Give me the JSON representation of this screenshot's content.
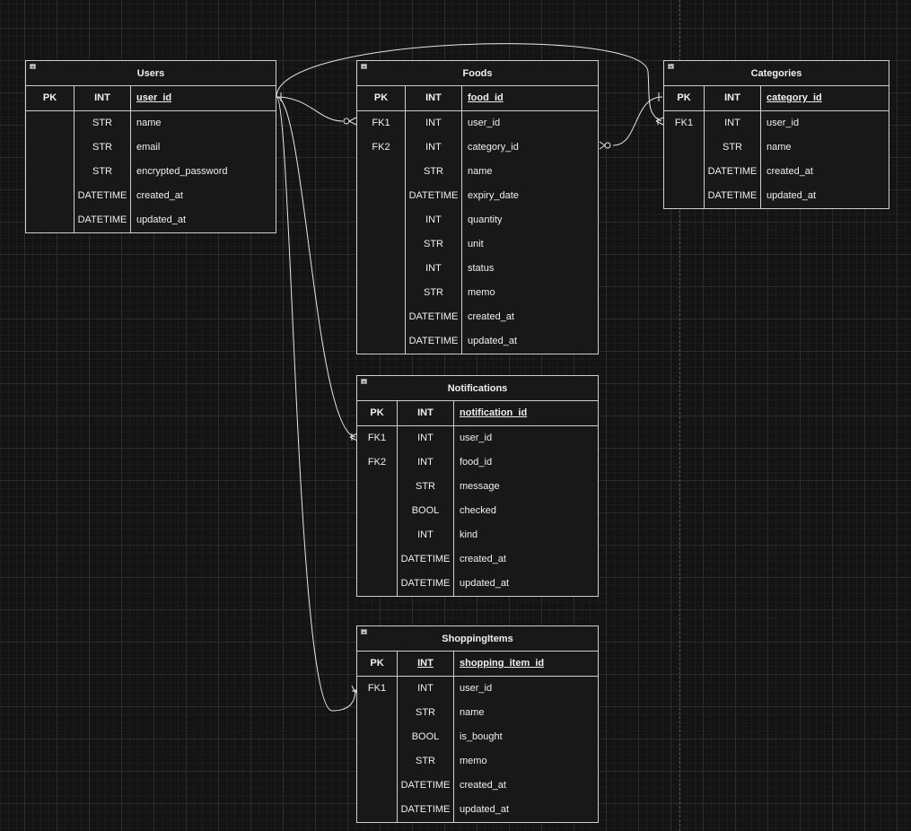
{
  "diagram_title": "ER diagram",
  "entities": [
    {
      "id": "users",
      "name": "Users",
      "pk": {
        "key": "PK",
        "type": "INT",
        "field": "user_id",
        "type_underlined": false
      },
      "rows": [
        {
          "key": "",
          "type": "STR",
          "field": "name"
        },
        {
          "key": "",
          "type": "STR",
          "field": "email"
        },
        {
          "key": "",
          "type": "STR",
          "field": "encrypted_password"
        },
        {
          "key": "",
          "type": "DATETIME",
          "field": "created_at"
        },
        {
          "key": "",
          "type": "DATETIME",
          "field": "updated_at"
        }
      ]
    },
    {
      "id": "foods",
      "name": "Foods",
      "pk": {
        "key": "PK",
        "type": "INT",
        "field": "food_id",
        "type_underlined": false
      },
      "rows": [
        {
          "key": "FK1",
          "type": "INT",
          "field": "user_id"
        },
        {
          "key": "FK2",
          "type": "INT",
          "field": "category_id"
        },
        {
          "key": "",
          "type": "STR",
          "field": "name"
        },
        {
          "key": "",
          "type": "DATETIME",
          "field": "expiry_date"
        },
        {
          "key": "",
          "type": "INT",
          "field": "quantity"
        },
        {
          "key": "",
          "type": "STR",
          "field": "unit"
        },
        {
          "key": "",
          "type": "INT",
          "field": "status"
        },
        {
          "key": "",
          "type": "STR",
          "field": "memo"
        },
        {
          "key": "",
          "type": "DATETIME",
          "field": "created_at"
        },
        {
          "key": "",
          "type": "DATETIME",
          "field": "updated_at"
        }
      ]
    },
    {
      "id": "categories",
      "name": "Categories",
      "pk": {
        "key": "PK",
        "type": "INT",
        "field": "category_id",
        "type_underlined": false
      },
      "rows": [
        {
          "key": "FK1",
          "type": "INT",
          "field": "user_id"
        },
        {
          "key": "",
          "type": "STR",
          "field": "name"
        },
        {
          "key": "",
          "type": "DATETIME",
          "field": "created_at"
        },
        {
          "key": "",
          "type": "DATETIME",
          "field": "updated_at"
        }
      ]
    },
    {
      "id": "notifications",
      "name": "Notifications",
      "pk": {
        "key": "PK",
        "type": "INT",
        "field": "notification_id",
        "type_underlined": false
      },
      "rows": [
        {
          "key": "FK1",
          "type": "INT",
          "field": "user_id"
        },
        {
          "key": "FK2",
          "type": "INT",
          "field": "food_id"
        },
        {
          "key": "",
          "type": "STR",
          "field": "message"
        },
        {
          "key": "",
          "type": "BOOL",
          "field": "checked"
        },
        {
          "key": "",
          "type": "INT",
          "field": "kind"
        },
        {
          "key": "",
          "type": "DATETIME",
          "field": "created_at"
        },
        {
          "key": "",
          "type": "DATETIME",
          "field": "updated_at"
        }
      ]
    },
    {
      "id": "shopping_items",
      "name": "ShoppingItems",
      "pk": {
        "key": "PK",
        "type": "INT",
        "field": "shopping_item_id",
        "type_underlined": true
      },
      "rows": [
        {
          "key": "FK1",
          "type": "INT",
          "field": "user_id"
        },
        {
          "key": "",
          "type": "STR",
          "field": "name"
        },
        {
          "key": "",
          "type": "BOOL",
          "field": "is_bought"
        },
        {
          "key": "",
          "type": "STR",
          "field": "memo"
        },
        {
          "key": "",
          "type": "DATETIME",
          "field": "created_at"
        },
        {
          "key": "",
          "type": "DATETIME",
          "field": "updated_at"
        }
      ]
    }
  ],
  "relationships": [
    {
      "from": "Users.user_id",
      "to": "Foods.user_id",
      "from_end": "one",
      "to_end": "zero-or-many"
    },
    {
      "from": "Users.user_id",
      "to": "Categories.user_id",
      "from_end": "one",
      "to_end": "one-or-many"
    },
    {
      "from": "Users.user_id",
      "to": "Notifications.user_id",
      "from_end": "one",
      "to_end": "one-or-many"
    },
    {
      "from": "Users.user_id",
      "to": "ShoppingItems.user_id",
      "from_end": "one",
      "to_end": "one-or-many"
    },
    {
      "from": "Categories.category_id",
      "to": "Foods.category_id",
      "from_end": "one",
      "to_end": "zero-or-many"
    }
  ],
  "colors": {
    "background": "#141414",
    "line": "#e6e6e6",
    "border": "#cfcfcf",
    "text": "#f0f0f0"
  }
}
